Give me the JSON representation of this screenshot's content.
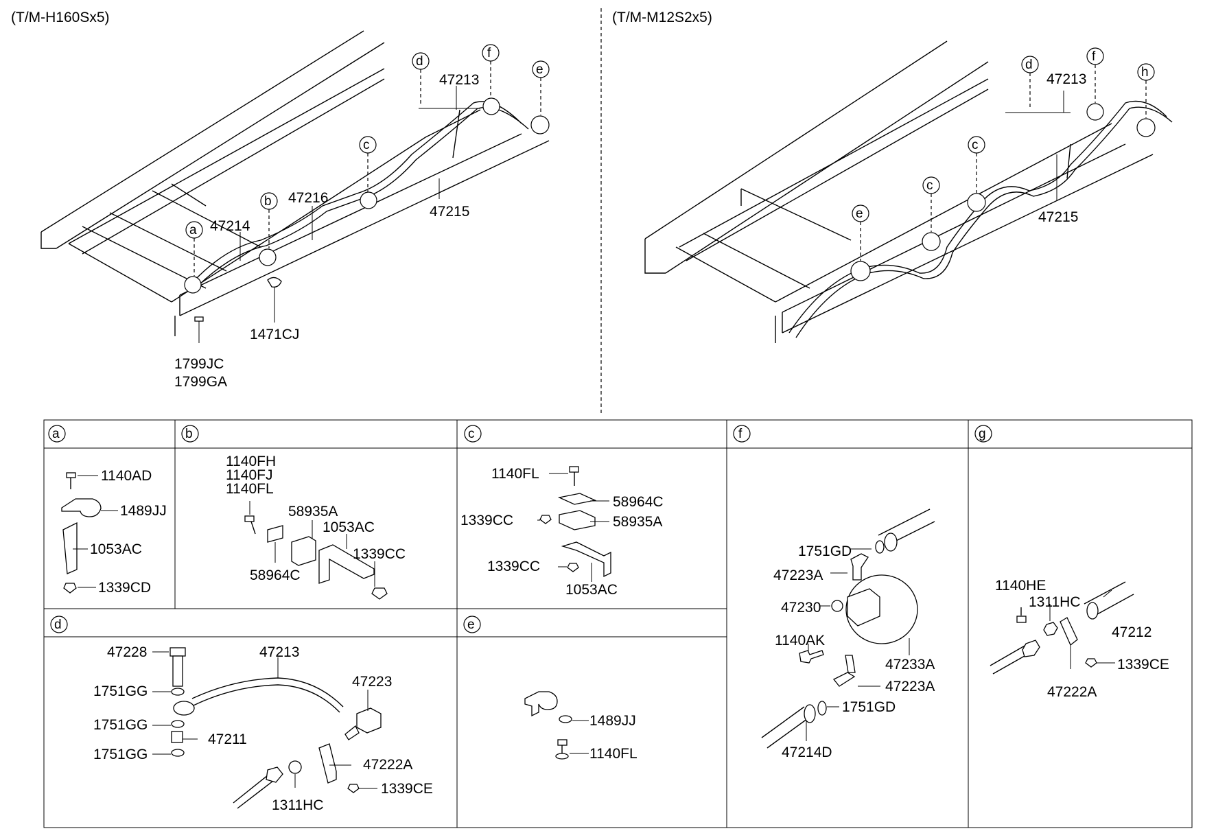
{
  "header": {
    "left_variant": "(T/M-H160Sx5)",
    "right_variant": "(T/M-M12S2x5)"
  },
  "left_diagram": {
    "callouts": [
      "d",
      "f",
      "e",
      "c",
      "b",
      "a"
    ],
    "parts": [
      "47213",
      "47216",
      "47215",
      "47214",
      "1471CJ",
      "1799JC",
      "1799GA"
    ]
  },
  "right_diagram": {
    "callouts": [
      "d",
      "f",
      "h",
      "c",
      "c",
      "e"
    ],
    "parts": [
      "47213",
      "47215"
    ]
  },
  "details": {
    "a": {
      "label": "a",
      "parts": [
        "1140AD",
        "1489JJ",
        "1053AC",
        "1339CD"
      ]
    },
    "b": {
      "label": "b",
      "parts": [
        "1140FH",
        "1140FJ",
        "1140FL",
        "58935A",
        "1053AC",
        "1339CC",
        "58964C"
      ]
    },
    "c": {
      "label": "c",
      "parts": [
        "1140FL",
        "58964C",
        "1339CC",
        "58935A",
        "1339CC",
        "1053AC"
      ]
    },
    "d": {
      "label": "d",
      "parts": [
        "47228",
        "47213",
        "47223",
        "1751GG",
        "1751GG",
        "47211",
        "1751GG",
        "47222A",
        "1339CE",
        "1311HC"
      ]
    },
    "e": {
      "label": "e",
      "parts": [
        "1489JJ",
        "1140FL"
      ]
    },
    "f": {
      "label": "f",
      "parts": [
        "1751GD",
        "47223A",
        "47230",
        "1140AK",
        "47233A",
        "47223A",
        "1751GD",
        "47214D"
      ]
    },
    "g": {
      "label": "g",
      "parts": [
        "1140HE",
        "1311HC",
        "47212",
        "1339CE",
        "47222A"
      ]
    }
  }
}
